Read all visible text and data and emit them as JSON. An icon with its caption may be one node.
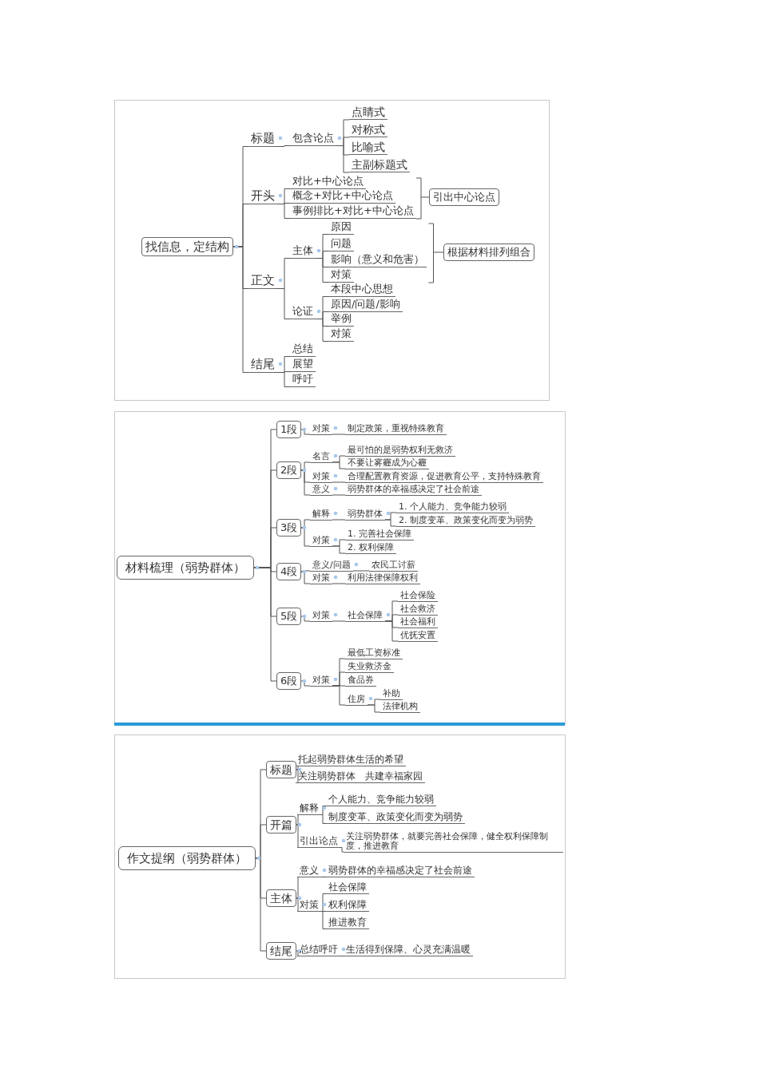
{
  "diagram": {
    "nodes": [
      {
        "text": [
          "找信息，定结构"
        ]
      },
      {
        "text": [
          "标题"
        ]
      },
      {
        "text": [
          "包含论点"
        ]
      },
      {
        "text": [
          "点睛式"
        ]
      },
      {
        "text": [
          "对称式"
        ]
      },
      {
        "text": [
          "比喻式"
        ]
      },
      {
        "text": [
          "主副标题式"
        ]
      },
      {
        "text": [
          "开头"
        ]
      },
      {
        "text": [
          "对比+中心论点"
        ]
      },
      {
        "text": [
          "概念+对比+中心论点"
        ]
      },
      {
        "text": [
          "事例排比+对比+中心论点"
        ]
      },
      {
        "text": [
          "引出中心论点"
        ]
      },
      {
        "text": [
          "正文"
        ]
      },
      {
        "text": [
          "主体"
        ]
      },
      {
        "text": [
          "原因"
        ]
      },
      {
        "text": [
          "问题"
        ]
      },
      {
        "text": [
          "影响（意义和危害）"
        ]
      },
      {
        "text": [
          "对策"
        ]
      },
      {
        "text": [
          "根据材料排列组合"
        ]
      },
      {
        "text": [
          "论证"
        ]
      },
      {
        "text": [
          "本段中心思想"
        ]
      },
      {
        "text": [
          "原因/问题/影响"
        ]
      },
      {
        "text": [
          "举例"
        ]
      },
      {
        "text": [
          "对策"
        ]
      },
      {
        "text": [
          "结尾"
        ]
      },
      {
        "text": [
          "总结"
        ]
      },
      {
        "text": [
          "展望"
        ]
      },
      {
        "text": [
          "呼吁"
        ]
      },
      {
        "text": [
          "材料梳理（弱势群体）"
        ]
      },
      {
        "text": [
          "1段"
        ]
      },
      {
        "text": [
          "对策"
        ]
      },
      {
        "text": [
          "制定政策，重视特殊教育"
        ]
      },
      {
        "text": [
          "2段"
        ]
      },
      {
        "text": [
          "名言"
        ]
      },
      {
        "text": [
          "最可怕的是弱势权利无救济"
        ]
      },
      {
        "text": [
          "不要让雾霾成为心霾"
        ]
      },
      {
        "text": [
          "对策"
        ]
      },
      {
        "text": [
          "合理配置教育资源，促进教育公平，支持特殊教育"
        ]
      },
      {
        "text": [
          "意义"
        ]
      },
      {
        "text": [
          "弱势群体的幸福感决定了社会前途"
        ]
      },
      {
        "text": [
          "3段"
        ]
      },
      {
        "text": [
          "解释"
        ]
      },
      {
        "text": [
          "弱势群体"
        ]
      },
      {
        "text": [
          "1. 个人能力、竞争能力较弱"
        ]
      },
      {
        "text": [
          "2. 制度变革、政策变化而变为弱势"
        ]
      },
      {
        "text": [
          "对策"
        ]
      },
      {
        "text": [
          "1. 完善社会保障"
        ]
      },
      {
        "text": [
          "2. 权利保障"
        ]
      },
      {
        "text": [
          "4段"
        ]
      },
      {
        "text": [
          "意义/问题"
        ]
      },
      {
        "text": [
          "农民工讨薪"
        ]
      },
      {
        "text": [
          "对策"
        ]
      },
      {
        "text": [
          "利用法律保障权利"
        ]
      },
      {
        "text": [
          "5段"
        ]
      },
      {
        "text": [
          "对策"
        ]
      },
      {
        "text": [
          "社会保障"
        ]
      },
      {
        "text": [
          "社会保险"
        ]
      },
      {
        "text": [
          "社会救济"
        ]
      },
      {
        "text": [
          "社会福利"
        ]
      },
      {
        "text": [
          "优抚安置"
        ]
      },
      {
        "text": [
          "6段"
        ]
      },
      {
        "text": [
          "对策"
        ]
      },
      {
        "text": [
          "最低工资标准"
        ]
      },
      {
        "text": [
          "失业救济金"
        ]
      },
      {
        "text": [
          "食品券"
        ]
      },
      {
        "text": [
          "住房"
        ]
      },
      {
        "text": [
          "补助"
        ]
      },
      {
        "text": [
          "法律机构"
        ]
      },
      {
        "text": [
          "作文提纲（弱势群体）"
        ]
      },
      {
        "text": [
          "标题"
        ]
      },
      {
        "text": [
          "托起弱势群体生活的希望"
        ]
      },
      {
        "text": [
          "关注弱势群体　共建幸福家园"
        ]
      },
      {
        "text": [
          "开篇"
        ]
      },
      {
        "text": [
          "解释"
        ]
      },
      {
        "text": [
          "个人能力、竞争能力较弱"
        ]
      },
      {
        "text": [
          "制度变革、政策变化而变为弱势"
        ]
      },
      {
        "text": [
          "引出论点"
        ]
      },
      {
        "text": [
          "关注弱势群体，就要完善社会保障，健全权利保障制度，推进教育"
        ]
      },
      {
        "text": [
          "主体"
        ]
      },
      {
        "text": [
          "意义"
        ]
      },
      {
        "text": [
          "弱势群体的幸福感决定了社会前途"
        ]
      },
      {
        "text": [
          "对策"
        ]
      },
      {
        "text": [
          "社会保障"
        ]
      },
      {
        "text": [
          "权利保障"
        ]
      },
      {
        "text": [
          "推进教育"
        ]
      },
      {
        "text": [
          "结尾"
        ]
      },
      {
        "text": [
          "总结呼吁"
        ]
      },
      {
        "text": [
          "生活得到保障、心灵充满温暖"
        ]
      }
    ],
    "edges": [
      {
        "from": 0,
        "to": 1,
        "arrow": "none"
      },
      {
        "from": 0,
        "to": 7,
        "arrow": "none"
      },
      {
        "from": 0,
        "to": 12,
        "arrow": "none"
      },
      {
        "from": 0,
        "to": 24,
        "arrow": "none"
      },
      {
        "from": 1,
        "to": 2,
        "arrow": "none"
      },
      {
        "from": 2,
        "to": 3,
        "arrow": "none"
      },
      {
        "from": 2,
        "to": 4,
        "arrow": "none"
      },
      {
        "from": 2,
        "to": 5,
        "arrow": "none"
      },
      {
        "from": 2,
        "to": 6,
        "arrow": "none"
      },
      {
        "from": 7,
        "to": 8,
        "arrow": "none"
      },
      {
        "from": 7,
        "to": 9,
        "arrow": "none"
      },
      {
        "from": 7,
        "to": 10,
        "arrow": "none"
      },
      {
        "from": 12,
        "to": 13,
        "arrow": "none"
      },
      {
        "from": 12,
        "to": 19,
        "arrow": "none"
      },
      {
        "from": 13,
        "to": 14,
        "arrow": "none"
      },
      {
        "from": 13,
        "to": 15,
        "arrow": "none"
      },
      {
        "from": 13,
        "to": 16,
        "arrow": "none"
      },
      {
        "from": 13,
        "to": 17,
        "arrow": "none"
      },
      {
        "from": 19,
        "to": 20,
        "arrow": "none"
      },
      {
        "from": 19,
        "to": 21,
        "arrow": "none"
      },
      {
        "from": 19,
        "to": 22,
        "arrow": "none"
      },
      {
        "from": 19,
        "to": 23,
        "arrow": "none"
      },
      {
        "from": 24,
        "to": 25,
        "arrow": "none"
      },
      {
        "from": 24,
        "to": 26,
        "arrow": "none"
      },
      {
        "from": 24,
        "to": 27,
        "arrow": "none"
      },
      {
        "from": 28,
        "to": 29,
        "arrow": "none"
      },
      {
        "from": 28,
        "to": 32,
        "arrow": "none"
      },
      {
        "from": 28,
        "to": 40,
        "arrow": "none"
      },
      {
        "from": 28,
        "to": 48,
        "arrow": "none"
      },
      {
        "from": 28,
        "to": 53,
        "arrow": "none"
      },
      {
        "from": 28,
        "to": 60,
        "arrow": "none"
      },
      {
        "from": 29,
        "to": 30,
        "arrow": "none"
      },
      {
        "from": 30,
        "to": 31,
        "arrow": "none"
      },
      {
        "from": 32,
        "to": 33,
        "arrow": "none"
      },
      {
        "from": 32,
        "to": 36,
        "arrow": "none"
      },
      {
        "from": 32,
        "to": 38,
        "arrow": "none"
      },
      {
        "from": 33,
        "to": 34,
        "arrow": "none"
      },
      {
        "from": 33,
        "to": 35,
        "arrow": "none"
      },
      {
        "from": 36,
        "to": 37,
        "arrow": "none"
      },
      {
        "from": 38,
        "to": 39,
        "arrow": "none"
      },
      {
        "from": 40,
        "to": 41,
        "arrow": "none"
      },
      {
        "from": 40,
        "to": 45,
        "arrow": "none"
      },
      {
        "from": 41,
        "to": 42,
        "arrow": "none"
      },
      {
        "from": 42,
        "to": 43,
        "arrow": "none"
      },
      {
        "from": 42,
        "to": 44,
        "arrow": "none"
      },
      {
        "from": 45,
        "to": 46,
        "arrow": "none"
      },
      {
        "from": 45,
        "to": 47,
        "arrow": "none"
      },
      {
        "from": 48,
        "to": 49,
        "arrow": "none"
      },
      {
        "from": 48,
        "to": 51,
        "arrow": "none"
      },
      {
        "from": 49,
        "to": 50,
        "arrow": "none"
      },
      {
        "from": 51,
        "to": 52,
        "arrow": "none"
      },
      {
        "from": 53,
        "to": 54,
        "arrow": "none"
      },
      {
        "from": 54,
        "to": 55,
        "arrow": "none"
      },
      {
        "from": 55,
        "to": 56,
        "arrow": "none"
      },
      {
        "from": 55,
        "to": 57,
        "arrow": "none"
      },
      {
        "from": 55,
        "to": 58,
        "arrow": "none"
      },
      {
        "from": 55,
        "to": 59,
        "arrow": "none"
      },
      {
        "from": 60,
        "to": 61,
        "arrow": "none"
      },
      {
        "from": 61,
        "to": 62,
        "arrow": "none"
      },
      {
        "from": 61,
        "to": 63,
        "arrow": "none"
      },
      {
        "from": 61,
        "to": 64,
        "arrow": "none"
      },
      {
        "from": 61,
        "to": 65,
        "arrow": "none"
      },
      {
        "from": 65,
        "to": 66,
        "arrow": "none"
      },
      {
        "from": 65,
        "to": 67,
        "arrow": "none"
      },
      {
        "from": 68,
        "to": 69,
        "arrow": "none"
      },
      {
        "from": 68,
        "to": 72,
        "arrow": "none"
      },
      {
        "from": 68,
        "to": 78,
        "arrow": "none"
      },
      {
        "from": 68,
        "to": 85,
        "arrow": "none"
      },
      {
        "from": 69,
        "to": 70,
        "arrow": "none"
      },
      {
        "from": 69,
        "to": 71,
        "arrow": "none"
      },
      {
        "from": 72,
        "to": 73,
        "arrow": "none"
      },
      {
        "from": 72,
        "to": 76,
        "arrow": "none"
      },
      {
        "from": 73,
        "to": 74,
        "arrow": "none"
      },
      {
        "from": 73,
        "to": 75,
        "arrow": "none"
      },
      {
        "from": 76,
        "to": 77,
        "arrow": "none"
      },
      {
        "from": 78,
        "to": 79,
        "arrow": "none"
      },
      {
        "from": 78,
        "to": 81,
        "arrow": "none"
      },
      {
        "from": 79,
        "to": 80,
        "arrow": "none"
      },
      {
        "from": 81,
        "to": 82,
        "arrow": "none"
      },
      {
        "from": 81,
        "to": 83,
        "arrow": "none"
      },
      {
        "from": 81,
        "to": 84,
        "arrow": "none"
      },
      {
        "from": 85,
        "to": 86,
        "arrow": "none"
      },
      {
        "from": 86,
        "to": 87,
        "arrow": "none"
      }
    ]
  }
}
